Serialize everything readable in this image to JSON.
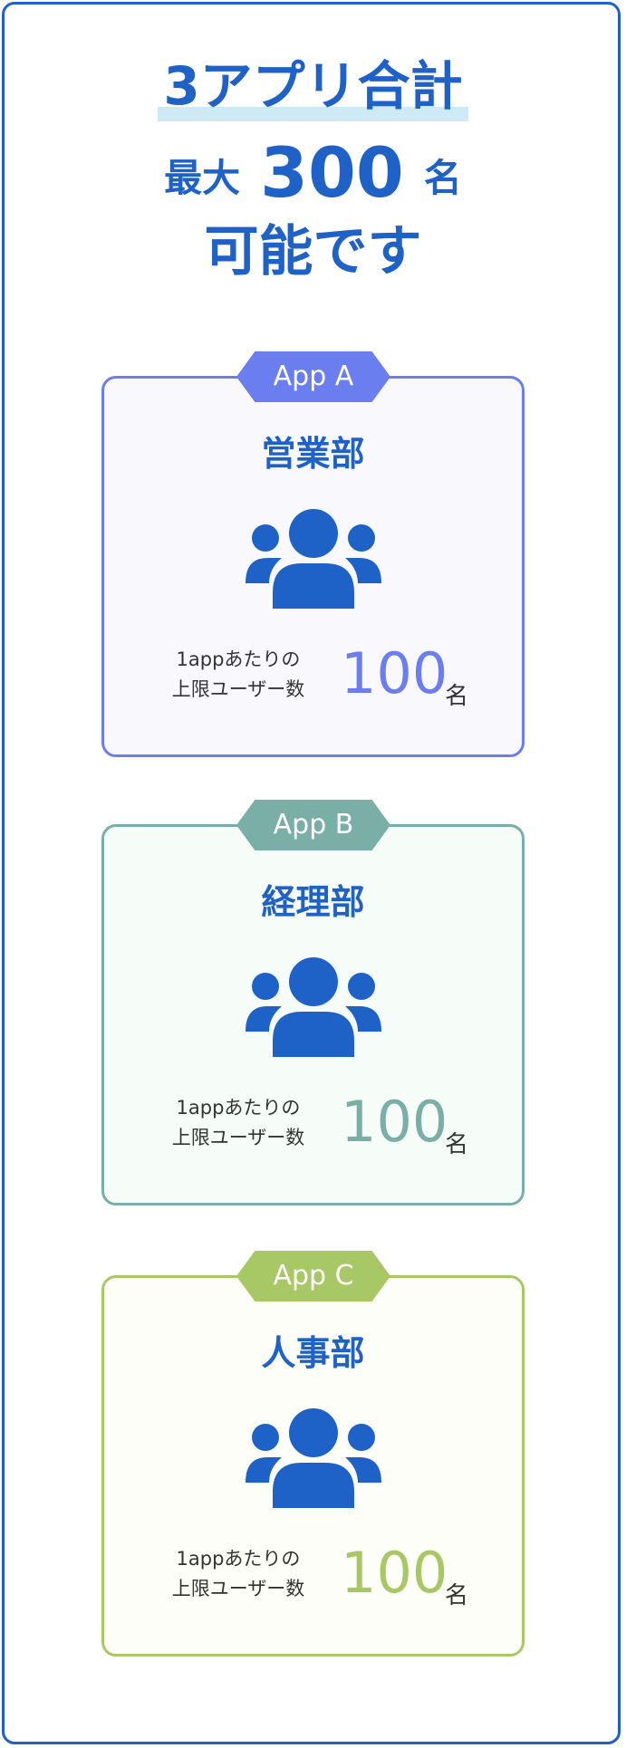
{
  "heading": {
    "line1": "3アプリ合計",
    "line2_prefix": "最大",
    "line2_number": "300",
    "line2_suffix": "名",
    "line3": "可能です"
  },
  "colors": {
    "primary": "#1f62c7",
    "highlight": "#cdeaf5"
  },
  "cards": [
    {
      "tab_label": "App A",
      "department": "営業部",
      "icon": "users-group-icon",
      "note_line1": "1appあたりの",
      "note_line2": "上限ユーザー数",
      "count": "100",
      "unit": "名",
      "accent_color": "#6a7ef0",
      "bg_color": "#f9f9fd"
    },
    {
      "tab_label": "App B",
      "department": "経理部",
      "icon": "users-group-icon",
      "note_line1": "1appあたりの",
      "note_line2": "上限ユーザー数",
      "count": "100",
      "unit": "名",
      "accent_color": "#7aafa8",
      "bg_color": "#f6fdf8"
    },
    {
      "tab_label": "App C",
      "department": "人事部",
      "icon": "users-group-icon",
      "note_line1": "1appあたりの",
      "note_line2": "上限ユーザー数",
      "count": "100",
      "unit": "名",
      "accent_color": "#a7c865",
      "bg_color": "#fdfef7"
    }
  ]
}
